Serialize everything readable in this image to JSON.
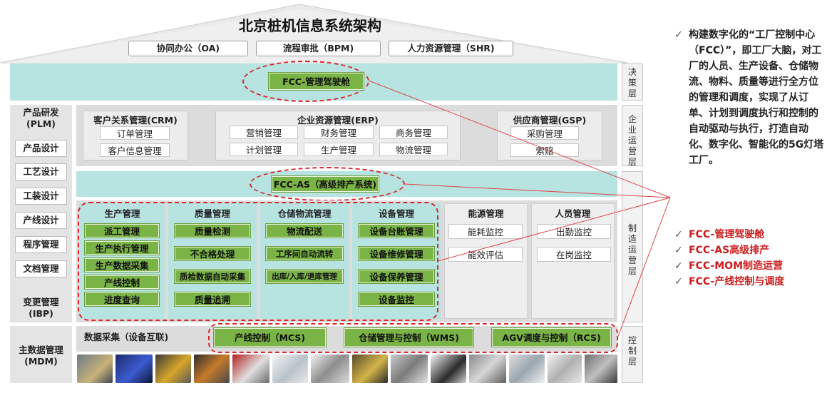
{
  "title": "北京桩机信息系统架构",
  "top_apps": [
    "协同办公（OA)",
    "流程审批（BPM)",
    "人力资源管理（SHR)"
  ],
  "layers": {
    "decision": "决策层",
    "enterprise": "企业运营层",
    "manufacturing": "制造运营层",
    "control": "控制层"
  },
  "fcc_cockpit": "FCC-管理驾驶舱",
  "fcc_as": "FCC-AS（高级排产系统)",
  "left_panel": {
    "plm_title": "产品研发\n(PLM)",
    "plm_items": [
      "产品设计",
      "工艺设计",
      "工装设计",
      "产线设计",
      "程序管理",
      "文档管理"
    ],
    "ibp": "变更管理\n(IBP)",
    "mdm": "主数据管理\n(MDM)"
  },
  "enterprise": {
    "crm": {
      "title": "客户关系管理(CRM)",
      "items": [
        "订单管理",
        "客户信息管理"
      ]
    },
    "erp": {
      "title": "企业资源管理(ERP)",
      "items": [
        "营销管理",
        "财务管理",
        "商务管理",
        "计划管理",
        "生产管理",
        "物流管理"
      ]
    },
    "gsp": {
      "title": "供应商管理(GSP)",
      "items": [
        "采购管理",
        "索赔"
      ]
    }
  },
  "mfg": {
    "production": {
      "title": "生产管理",
      "items": [
        "派工管理",
        "生产执行管理",
        "生产数据采集",
        "产线控制",
        "进度查询"
      ]
    },
    "quality": {
      "title": "质量管理",
      "items": [
        "质量检测",
        "不合格处理",
        "质检数据自动采集",
        "质量追溯"
      ]
    },
    "warehouse": {
      "title": "仓储物流管理",
      "items": [
        "物流配送",
        "工序间自动流转",
        "出库/入库/退库管理"
      ]
    },
    "equipment": {
      "title": "设备管理",
      "items": [
        "设备台账管理",
        "设备维修管理",
        "设备保养管理",
        "设备监控"
      ]
    },
    "energy": {
      "title": "能源管理",
      "items": [
        "能耗监控",
        "能效评估"
      ]
    },
    "staff": {
      "title": "人员管理",
      "items": [
        "出勤监控",
        "在岗监控"
      ]
    }
  },
  "control": {
    "data_collection": "数据采集（设备互联)",
    "items": [
      "产线控制（MCS)",
      "仓储管理与控制（WMS)",
      "AGV调度与控制（RCS)"
    ]
  },
  "right_text": {
    "main": "构建数字化的“工厂控制中心（FCC）”，即工厂大脑，对工厂的人员、生产设备、仓储物流、物料、质量等进行全方位的管理和调度，实现了从订单、计划到调度执行和控制的自动驱动与执行，打造自动化、数字化、智能化的5G灯塔工厂。",
    "bullets": [
      "FCC-管理驾驶舱",
      "FCC-AS高级排产",
      "FCC-MOM制造运营",
      "FCC-产线控制与调度"
    ]
  },
  "colors": {
    "accent_red": "#d9262d",
    "green": "#7ab446",
    "cyan": "#b7e3e1"
  },
  "photos": [
    "robot-cell-1",
    "blue-machine",
    "yellow-cell",
    "welding-robot",
    "red-robot",
    "lab-station",
    "white-equipment",
    "parts-frame",
    "yellow-crane",
    "factory-line",
    "drill-rig",
    "robot-arm",
    "conveyor",
    "workstation"
  ]
}
